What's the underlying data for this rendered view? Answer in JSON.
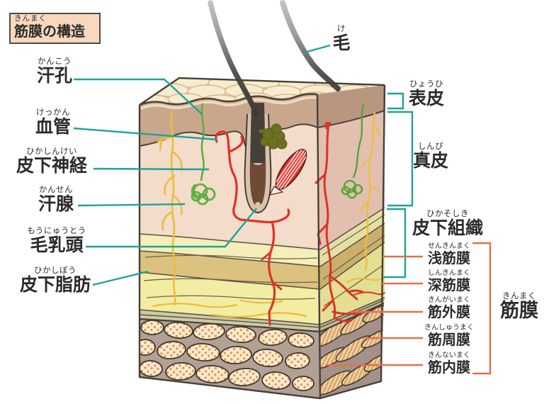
{
  "title": {
    "furigana": "きんまく",
    "text": "筋膜の構造"
  },
  "labels_left": [
    {
      "furigana": "かんこう",
      "text": "汗孔"
    },
    {
      "furigana": "けっかん",
      "text": "血管"
    },
    {
      "furigana": "ひかしんけい",
      "text": "皮下神経"
    },
    {
      "furigana": "かんせん",
      "text": "汗腺"
    },
    {
      "furigana": "もうにゅうとう",
      "text": "毛乳頭"
    },
    {
      "furigana": "ひかしぼう",
      "text": "皮下脂肪"
    }
  ],
  "label_hair": {
    "furigana": "け",
    "text": "毛"
  },
  "labels_right": [
    {
      "furigana": "ひょうひ",
      "text": "表皮"
    },
    {
      "furigana": "しんぴ",
      "text": "真皮"
    },
    {
      "furigana": "ひかそしき",
      "text": "皮下組織"
    }
  ],
  "labels_fascia": [
    {
      "furigana": "せんきんまく",
      "text": "浅筋膜"
    },
    {
      "furigana": "しんきんまく",
      "text": "深筋膜"
    },
    {
      "furigana": "きんがいまく",
      "text": "筋外膜"
    },
    {
      "furigana": "きんしゅうまく",
      "text": "筋周膜"
    },
    {
      "furigana": "きんないまく",
      "text": "筋内膜"
    }
  ],
  "label_fascia_group": {
    "furigana": "きんまく",
    "text": "筋膜"
  },
  "colors": {
    "pointer_teal": "#1da39a",
    "pointer_orange": "#e2714b",
    "title_box_bg": "#f9d8be",
    "title_box_border": "#4f4a45",
    "text": "#2b2b2b",
    "dermis": "#f4dcca",
    "fat_yellow": "#f2eda3",
    "vessel_red": "#dd3327",
    "nerve_yellow": "#edbd3a",
    "gland_green": "#5fae3f"
  }
}
